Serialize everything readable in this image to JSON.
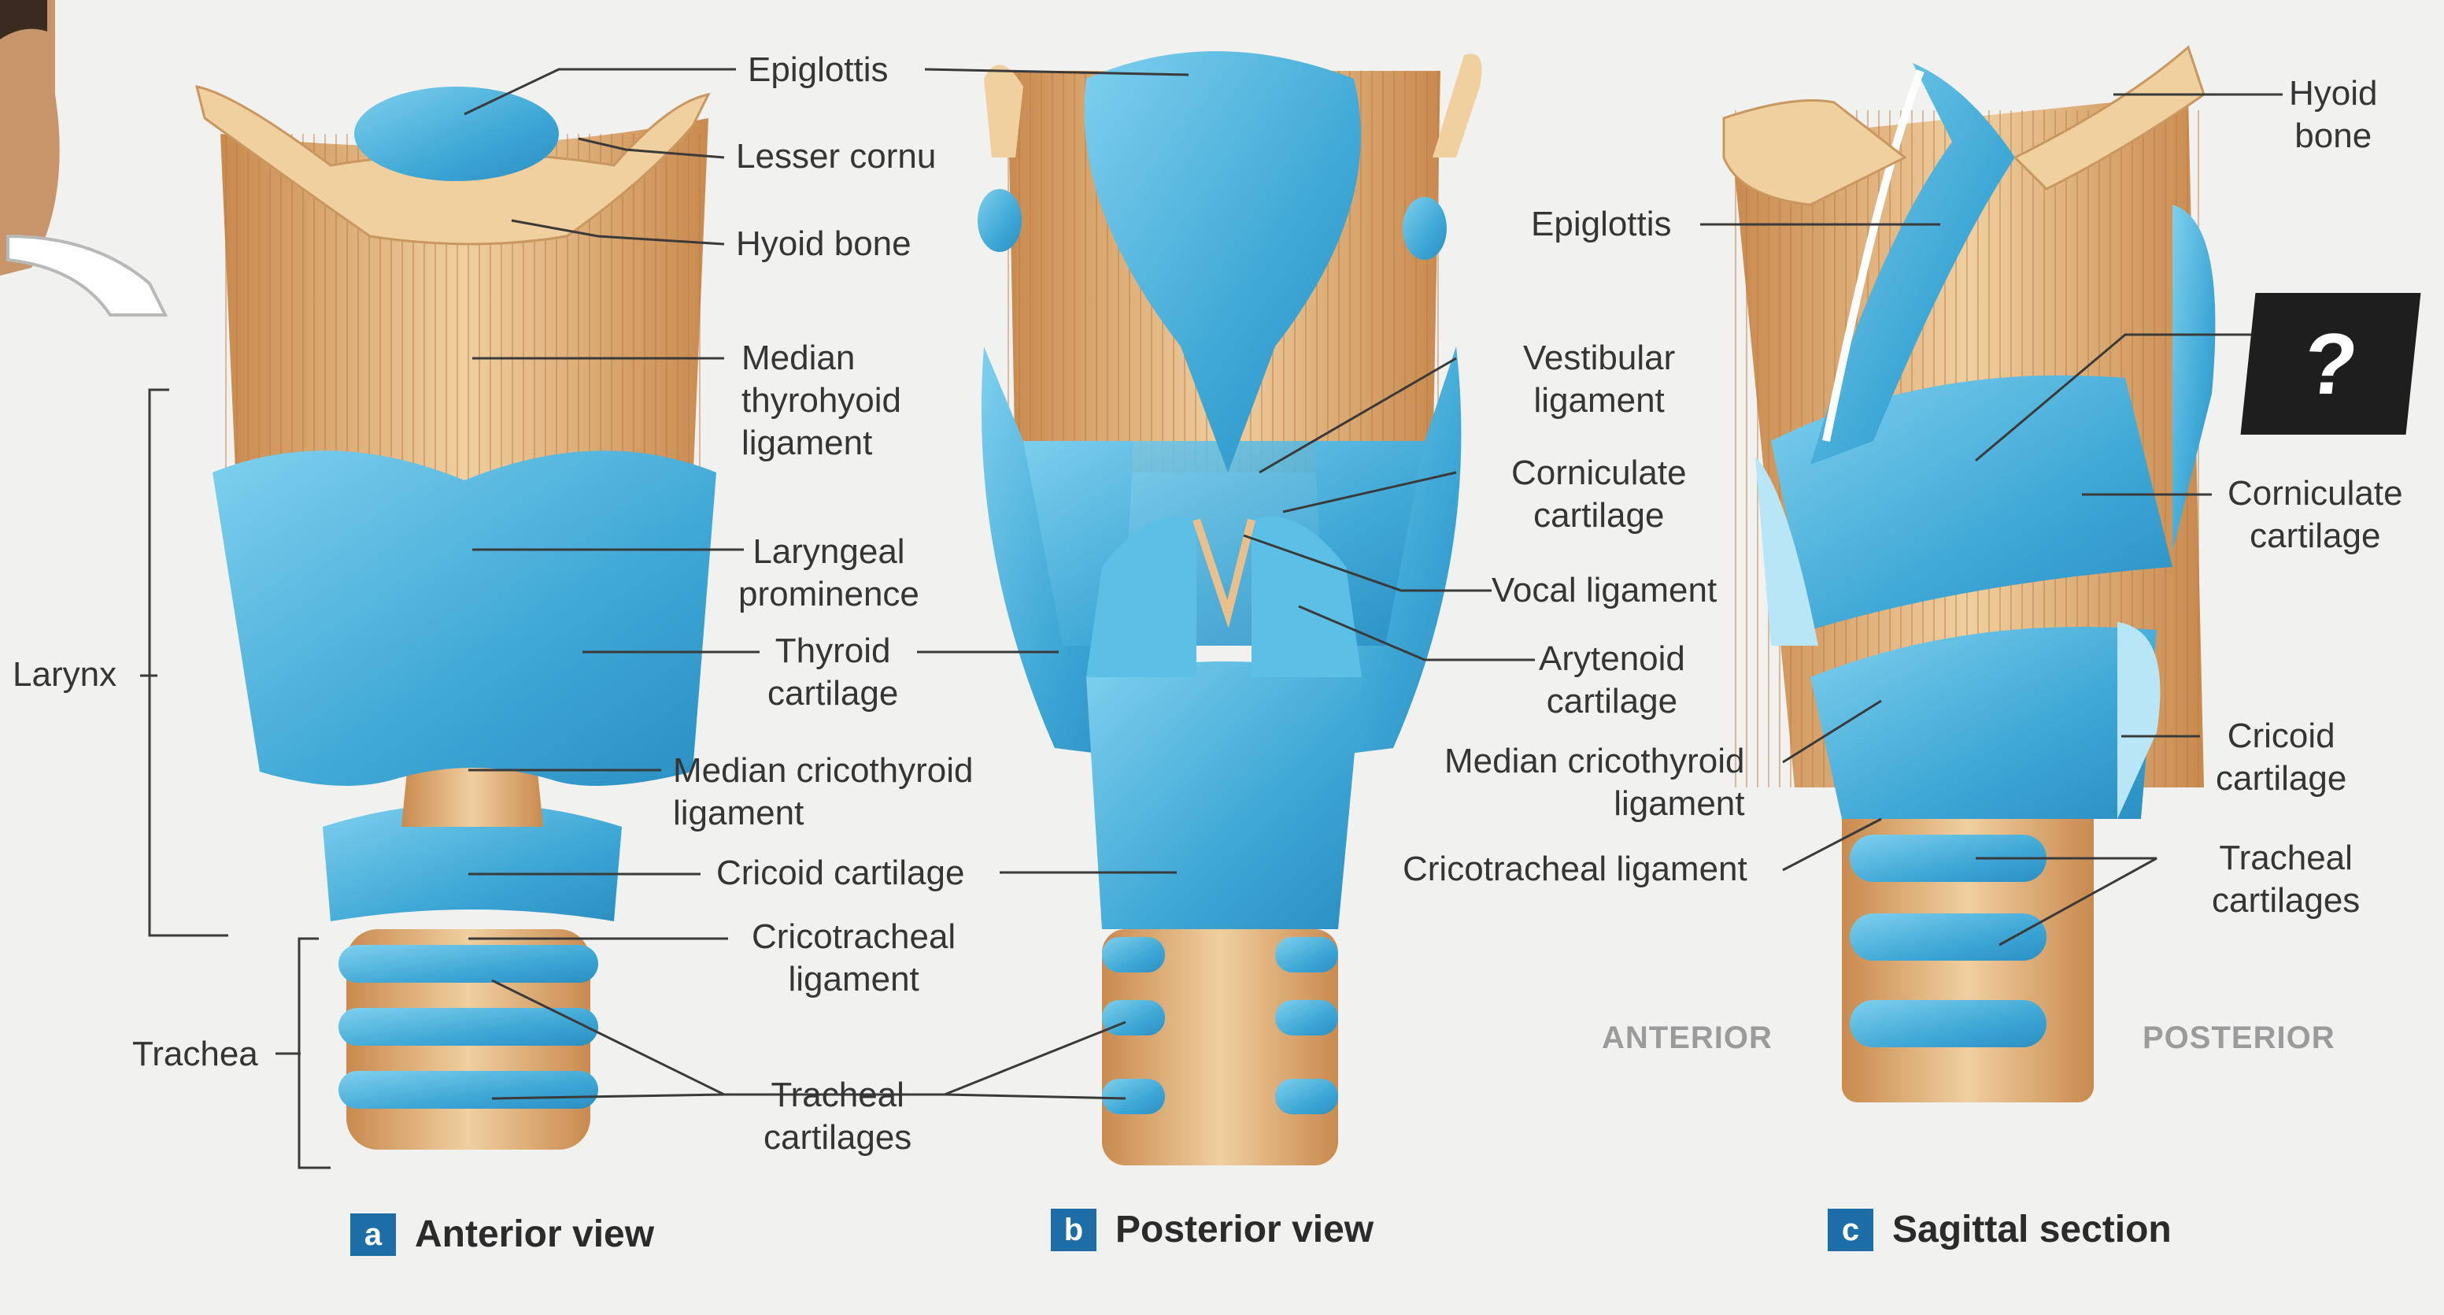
{
  "labels": {
    "anterior": {
      "epiglottis": "Epiglottis",
      "lesser_cornu": "Lesser cornu",
      "hyoid_bone": "Hyoid bone",
      "median_thyrohyoid": [
        "Median",
        "thyrohyoid",
        "ligament"
      ],
      "laryngeal_prominence": [
        "Laryngeal",
        "prominence"
      ],
      "thyroid_cartilage": [
        "Thyroid",
        "cartilage"
      ],
      "median_cricothyroid": [
        "Median cricothyroid",
        "ligament"
      ],
      "cricoid_cartilage": "Cricoid cartilage",
      "cricotracheal": [
        "Cricotracheal",
        "ligament"
      ],
      "tracheal_cartilages": [
        "Tracheal",
        "cartilages"
      ],
      "larynx": "Larynx",
      "trachea": "Trachea"
    },
    "sagittal": {
      "hyoid_bone": [
        "Hyoid",
        "bone"
      ],
      "epiglottis": "Epiglottis",
      "vestibular_ligament": [
        "Vestibular",
        "ligament"
      ],
      "corniculate_center": [
        "Corniculate",
        "cartilage"
      ],
      "vocal_ligament": "Vocal ligament",
      "arytenoid_cartilage": [
        "Arytenoid",
        "cartilage"
      ],
      "median_cricothyroid": [
        "Median cricothyroid",
        "ligament"
      ],
      "cricotracheal": "Cricotracheal ligament",
      "corniculate_right": [
        "Corniculate",
        "cartilage"
      ],
      "cricoid_cartilage": [
        "Cricoid",
        "cartilage"
      ],
      "tracheal_cartilages": [
        "Tracheal",
        "cartilages"
      ],
      "anterior": "ANTERIOR",
      "posterior": "POSTERIOR",
      "question_mark": "?"
    }
  },
  "captions": [
    {
      "letter": "a",
      "text": "Anterior view"
    },
    {
      "letter": "b",
      "text": "Posterior view"
    },
    {
      "letter": "c",
      "text": "Sagittal section"
    }
  ],
  "colors": {
    "cartilage_blue": "#4fb8e0",
    "ligament_tan": "#e2b47e",
    "badge_blue": "#1d6da6"
  }
}
